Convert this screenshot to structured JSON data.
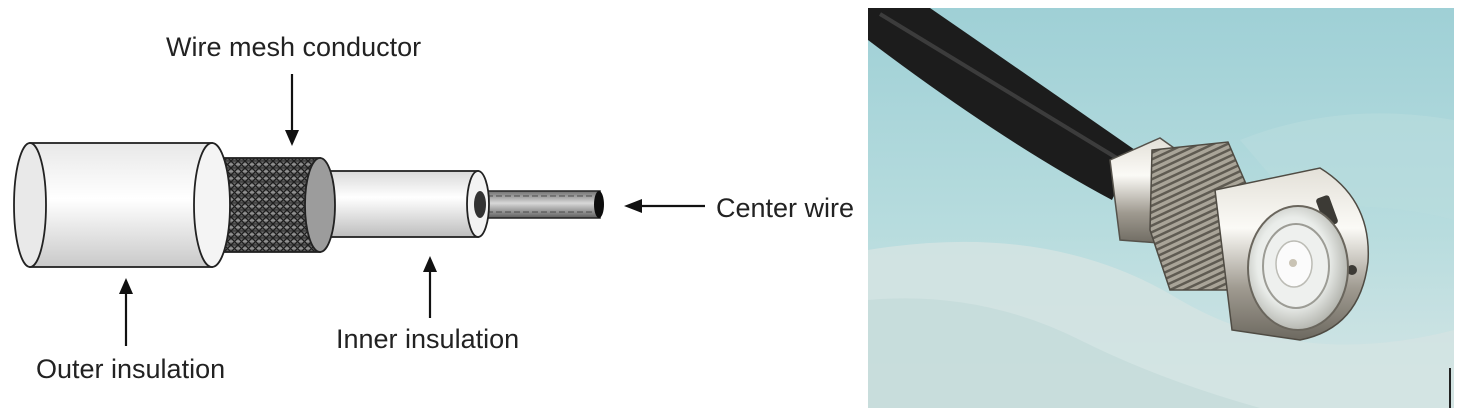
{
  "diagram": {
    "labels": {
      "wire_mesh": "Wire mesh conductor",
      "center_wire": "Center wire",
      "inner_insulation": "Inner insulation",
      "outer_insulation": "Outer insulation"
    }
  },
  "photo": {
    "subject": "BNC coaxial connector"
  },
  "colors": {
    "label_text": "#222222",
    "photo_sky": "#a6d4d8",
    "photo_sky_light": "#cfe6e6",
    "cable_black": "#1c1c1c",
    "connector_metal": "#b8b4aa"
  }
}
